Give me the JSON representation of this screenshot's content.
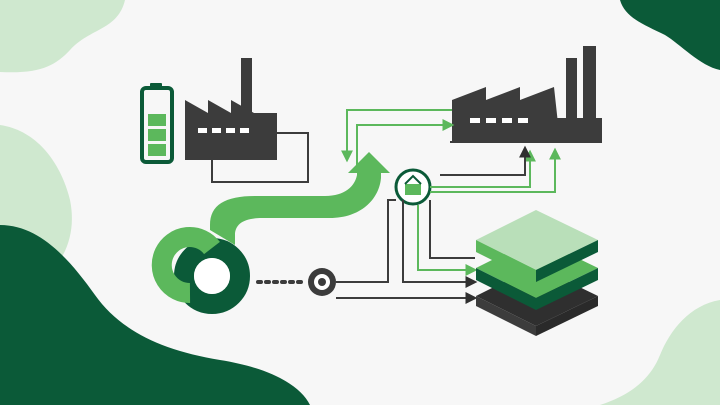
{
  "colors": {
    "background": "#f7f7f7",
    "dark_green": "#0b5a38",
    "mid_green": "#5cb85c",
    "light_green": "#b9dfb9",
    "pale_green": "#cfe8cf",
    "charcoal": "#3c3c3c",
    "white": "#ffffff"
  },
  "icons": {
    "battery": "battery-icon",
    "small_factory": "factory-icon",
    "large_factory": "factory-icon",
    "donut": "donut-chart-icon",
    "node": "target-node-icon",
    "basket": "basket-icon",
    "layers": "layer-stack-icon"
  },
  "battery": {
    "charge_bars": 3,
    "total_bars": 4
  },
  "donut": {
    "segments": [
      0.62,
      0.38
    ]
  }
}
